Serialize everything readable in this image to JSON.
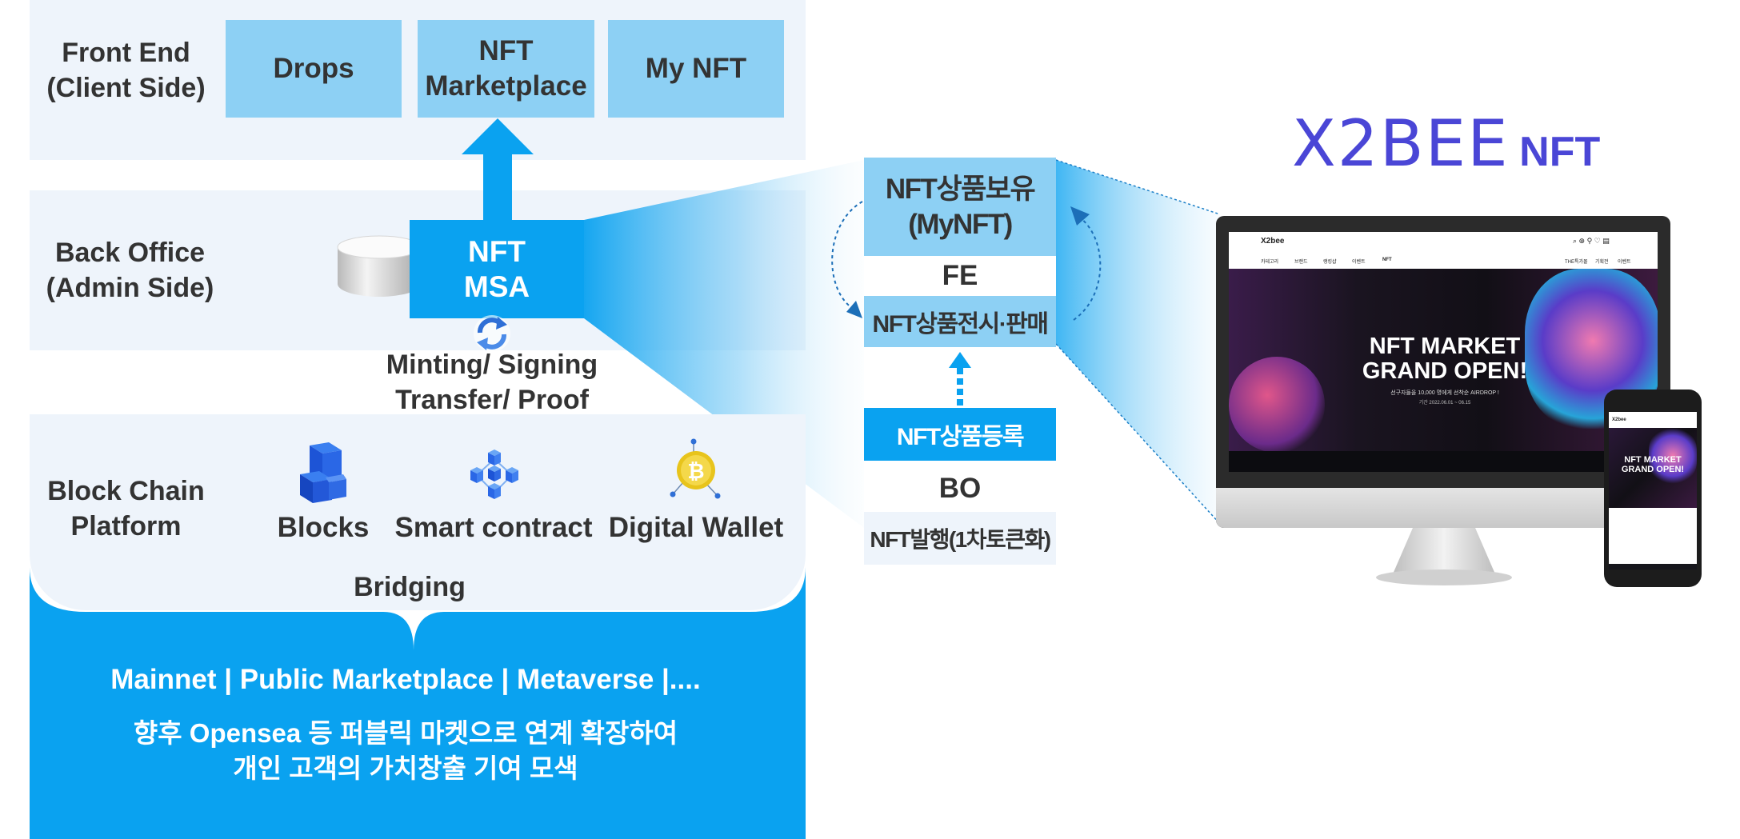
{
  "front_end": {
    "label": "Front End\n(Client Side)",
    "boxes": [
      "Drops",
      "NFT\nMarketplace",
      "My NFT"
    ]
  },
  "back_office": {
    "label": "Back Office\n(Admin Side)",
    "msa": "NFT\nMSA",
    "protocol": "Minting/ Signing\nTransfer/ Proof"
  },
  "blockchain": {
    "label": "Block Chain\nPlatform",
    "items": [
      {
        "label": "Blocks",
        "icon": "blocks-cube-icon"
      },
      {
        "label": "Smart contract",
        "icon": "smart-contract-cubes-icon"
      },
      {
        "label": "Digital Wallet",
        "icon": "bitcoin-wallet-icon"
      }
    ]
  },
  "bridging": {
    "label": "Bridging",
    "targets": "Mainnet | Public Marketplace | Metaverse |....",
    "description": "향후 Opensea 등 퍼블릭 마켓으로 연계 확장하여\n개인 고객의 가치창출 기여 모색"
  },
  "flow": {
    "fe_top": "NFT상품보유\n(MyNFT)",
    "fe_label": "FE",
    "fe_bottom": "NFT상품전시·판매",
    "bo_top": "NFT상품등록",
    "bo_label": "BO",
    "bo_bottom": "NFT발행(1차토큰화)"
  },
  "brand": {
    "logo": "X2BEE",
    "logo_suffix": "NFT"
  },
  "screens": {
    "desktop_logo": "X2bee",
    "desktop_menu": [
      "카테고리",
      "브랜드",
      "랭킹샵",
      "이벤트",
      "NFT"
    ],
    "desktop_right_menu": [
      "THE특가몰",
      "기획전",
      "이벤트"
    ],
    "headline": "NFT MARKET\nGRAND OPEN!",
    "subline": "선구자들을 10,000 명에게 선착순 AIRDROP !",
    "date_line": "기간 2022.06.01 ~ 06.15",
    "mobile_logo": "X2bee",
    "mobile_headline": "NFT MARKET\nGRAND OPEN!"
  },
  "colors": {
    "band_bg": "#eef4fb",
    "fe_box": "#8dd0f4",
    "primary_blue": "#0aa2f0",
    "text_dark": "#333333",
    "logo_blue": "#4a46d6"
  }
}
